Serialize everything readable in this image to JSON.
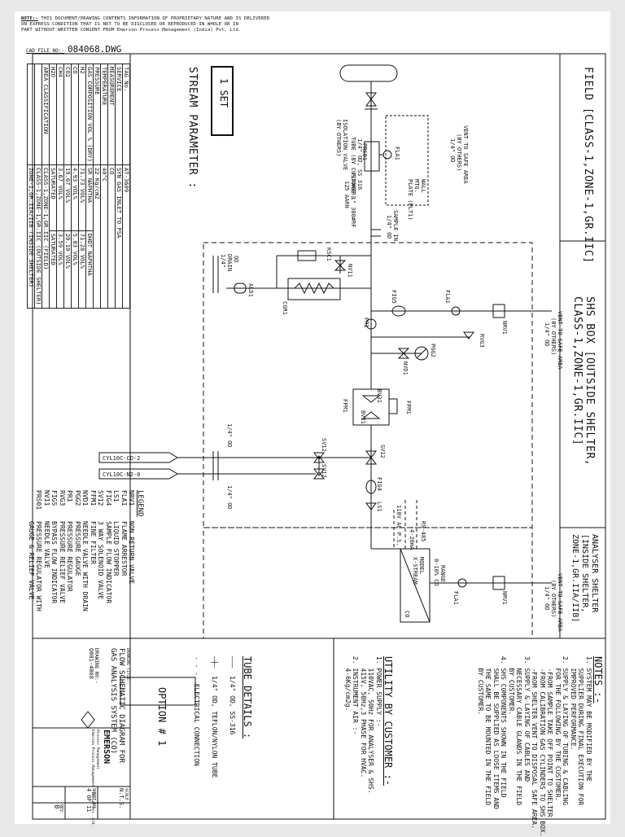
{
  "notice": {
    "label": "NOTE:-",
    "lines": [
      "THIS DOCUMENT/DRAWING CONTENTS INFORMATION OF PROPRIETARY NATURE AND IS DELIVERED",
      "ON EXPRESS CONDITION THAT IS NOT TO BE DISCLOSED OR REPRODUCED IN WHOLE OR IN",
      "PART WITHOUT WRITTEN CONSENT FROM Emerson Process Management (India) Pvt. Ltd."
    ]
  },
  "cad_file": {
    "label": "CAD FILE NO:-",
    "value": "084068.DWG"
  },
  "set_box": "1 SET",
  "stream": {
    "title": "STREAM PARAMETER :",
    "rows": [
      [
        "TAG No.",
        "AT-3609"
      ],
      [
        "SERVICE",
        "SYN GAS INLET TO PSA"
      ],
      [
        "MEASUREMENT",
        "CO"
      ],
      [
        "TEMPERATURE",
        "40°C"
      ],
      [
        "PRESSURE",
        "22 Kg/cm2"
      ],
      [
        "GAS COMPOSITION VOL % (DRY)",
        "SR NAPHTHA",
        "DHDT NAPHTHA"
      ],
      [
        "H2",
        "71.73 VOL%",
        "71.28 VOL%"
      ],
      [
        "CO",
        "4.93 VOL%",
        "5.03 VOL%"
      ],
      [
        "CO2",
        "19.67 VOL%",
        "20.10 VOL%"
      ],
      [
        "CH4",
        "3.67 VOL%",
        "3.59 VOL%"
      ],
      [
        "H2O",
        "SATURATED",
        "SATURATED"
      ],
      [
        "AREA CLASSIFICATION",
        "CLASS-1,ZONE-1,GR.IIC (FIELD)"
      ],
      [
        "",
        "CLASS-1,ZONE-1,GR.IIC (OUTSIDE SHELTER)"
      ],
      [
        "",
        "ZONE-1,GR.IIA/IIB (INSIDE SHELTER)"
      ]
    ]
  },
  "zones": {
    "field": "FIELD [CLASS-1,ZONE-1,GR.IIC]",
    "shs_1": "SHS BOX [OUTSIDE SHELTER,",
    "shs_2": "CLASS-1,ZONE-1,GR.IIC]",
    "analyser_1": "ANALYSER SHELTER",
    "analyser_2": "[INSIDE SHELTER,",
    "analyser_3": "ZONE-1,GR.IIA/IIB]"
  },
  "field_labels": {
    "isolation_1": "ISOLATION VALVE",
    "isolation_2": "(BY OTHERS)",
    "flange_1": "FLANGE 1\" 300#RF",
    "flange_2": "125 AARH",
    "tube_1": "1/4\" OD, SS 316",
    "tube_2": "TUBE (BY CUSTOMER)",
    "vent_1": "VENT TO SAFE AREA",
    "vent_2": "(BY OTHERS)",
    "vent_3": "1/4\" OD",
    "wall_1": "WALL",
    "wall_2": "MTG.",
    "wall_3": "PLATE (PLT1)",
    "sample_1": "SAMPLE IN",
    "sample_2": "1/4\" OD",
    "prs01": "PRS01",
    "fla1": "FLA1"
  },
  "shs_labels": {
    "ksc1": "KSC1",
    "nv11": "NV11",
    "drain_1": "1/4\"",
    "drain_2": "DRAIN",
    "drain_3": "OD",
    "ald1": "ALD1",
    "cgr1": "CGR1",
    "fig5": "FIG5",
    "pr1": "PR1",
    "fla1": "FLA1",
    "nrv1": "NRV1",
    "vent_1": "VENT TO SAFE AREA",
    "vent_2": "(BY OTHERS)",
    "vent_3": "1/4\" OD",
    "rvg3": "RVG3",
    "pgg2": "PGG2",
    "nvd1": "NVD1",
    "bv31a": "BV31",
    "bv31b": "BV31",
    "ffm1a": "FFM1",
    "ffm1b": "FFM1",
    "sv12a": "SV12",
    "sv12b": "SV12",
    "sv12c": "SV12",
    "fig4": "FIG4",
    "ls1": "LS1",
    "od_1": "1/4\" OD",
    "od_2": "1/4\" OD",
    "cyl_co": "CYL10C-CO-2",
    "cyl_n2": "CYL10C-N2-0"
  },
  "analyser_labels": {
    "rs485": "RS-485",
    "ma": "4-20mA",
    "power": "110V AC P.S.",
    "model_1": "MODEL",
    "model_2": "X-STREAM",
    "co": "CO",
    "range_1": "RANGE",
    "range_2": "0-10% CO",
    "fla1": "FLA1",
    "nrv1": "NRV1",
    "vent_1": "VENT TO SAFE AREA",
    "vent_2": "(BY OTHERS)",
    "vent_3": "1/4\" OD"
  },
  "legend": {
    "title": "LEGEND",
    "items": [
      [
        "NRV1",
        "NON RETURN VALVE"
      ],
      [
        "FLA1",
        "FLAME ARRESTOR"
      ],
      [
        "LS1",
        "LIQUID STOPPER"
      ],
      [
        "FIG4",
        "SAMPLE FLOW INDICATOR"
      ],
      [
        "SV12",
        "3 WAY SOLENOID VALVE"
      ],
      [
        "FFM1",
        "FINE FILTER"
      ],
      [
        "NVD1",
        "NEEDLE VALVE WITH DRAIN"
      ],
      [
        "PGG2",
        "PRESSURE GAUGE"
      ],
      [
        "PR1",
        "PRESSURE REGULATOR"
      ],
      [
        "RVG3",
        "PRESSURE RELIEF VALVE"
      ],
      [
        "FIG5",
        "BYPASS FLOW INDICATOR"
      ],
      [
        "NV11",
        "NEEDLE VALVE"
      ],
      [
        "PRS01",
        "PRESSURE REGULATOR WITH"
      ],
      [
        "",
        "GAUGE & RELIEF VALVE"
      ]
    ]
  },
  "notes": {
    "title": "NOTES :-",
    "lines": [
      "1. SYSTEM MAY BE MODIFIED BY THE",
      "   SUPPLIER DURING FINAL EXECUTION FOR",
      "   IMPROVED PERFORMANCE.",
      "2. SUPPLY & LAYING OF TUBING & CABLING",
      "   FOR THE FOLLOWING BY THE CUSTOMER.",
      "   -FROM SAMPLE TAKE OFF POINT TO SHELTER.",
      "   -FROM CALIBRATION GAS CYLINDERS TO SHS BOX.",
      "   -FROM SHELTER VENT TO DISPOSAL SAFE AREA.",
      "3. SUPPLY & LAYING OF CABLES AND",
      "   NECESSARY CABLE GLANDS IN THE FIELD",
      "   BY CUSTOMER.",
      "4. SHS COMPONENTS SHOWN IN THE FIELD",
      "   SHALL BE SUPPLIED AS LOOSE ITEMS AND",
      "   THE SAME TO BE MOUNTED IN THE FIELD",
      "   BY CUSTOMER."
    ]
  },
  "utility": {
    "title": "UTILITY BY CUSTOMER :-",
    "lines": [
      "1. POWER SUPPLY :-",
      "   110VAC, 50Hz FOR ANALYSER & SHS.",
      "   415V, 50Hz,3 PHASE FOR HVAC.",
      "2. INSTRUMENT AIR :-",
      "   4-6Kg/cm2g."
    ]
  },
  "tube_details": {
    "title": "TUBE DETAILS :",
    "items": [
      "1/4\" OD, SS-316",
      "1/4\" OD, TEFLON/NYLON TUBE",
      "ELECTRICAL CONNECTION"
    ]
  },
  "option": "OPTION # 1",
  "title_block": {
    "drawing_title_label": "DRAWING TITLE:-",
    "title_1": "FLOW SCHEMATIC DIAGRAM FOR",
    "title_2": "GAS ANALYSIS SYSTEM (CO)",
    "drawing_no_label": "DRAWING NO:-",
    "drawing_no": "Q081-4068",
    "company": "EMERSON",
    "company_sub_1": "Process Management",
    "company_sub_2": "Emerson Process Management (India) Pvt. Ltd.",
    "scale_label": "SCALE",
    "scale": "N.T.S.",
    "sheet_label": "SHEET NO.",
    "sheet": "4 OF 11",
    "rev_label": "REV.",
    "rev": "0"
  }
}
